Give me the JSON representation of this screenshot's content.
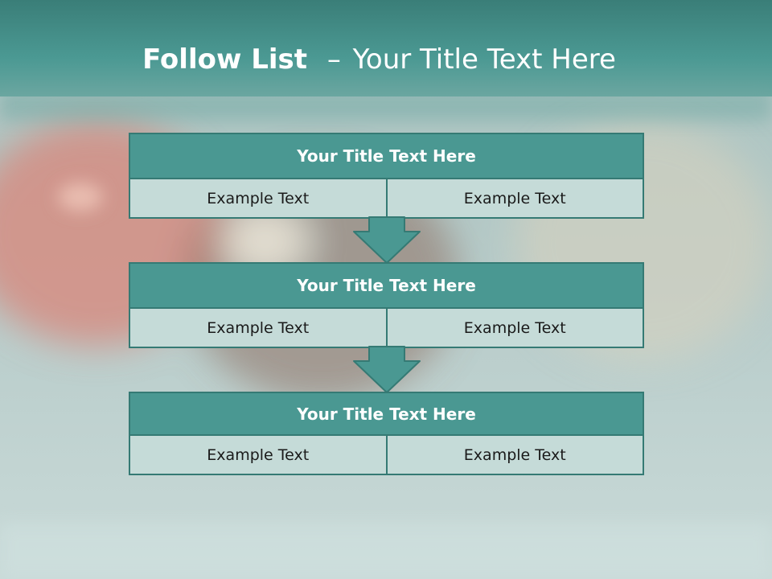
{
  "title": {
    "bold": "Follow List",
    "dash": "–",
    "rest": "Your Title Text Here"
  },
  "steps": [
    {
      "title": "Your Title Text Here",
      "left": "Example Text",
      "right": "Example Text"
    },
    {
      "title": "Your Title Text Here",
      "left": "Example Text",
      "right": "Example Text"
    },
    {
      "title": "Your Title Text Here",
      "left": "Example Text",
      "right": "Example Text"
    }
  ],
  "colors": {
    "header_fill": "#4a9892",
    "border": "#357a74",
    "row_fill": "#c5dbd8",
    "title_text": "#ffffff"
  }
}
